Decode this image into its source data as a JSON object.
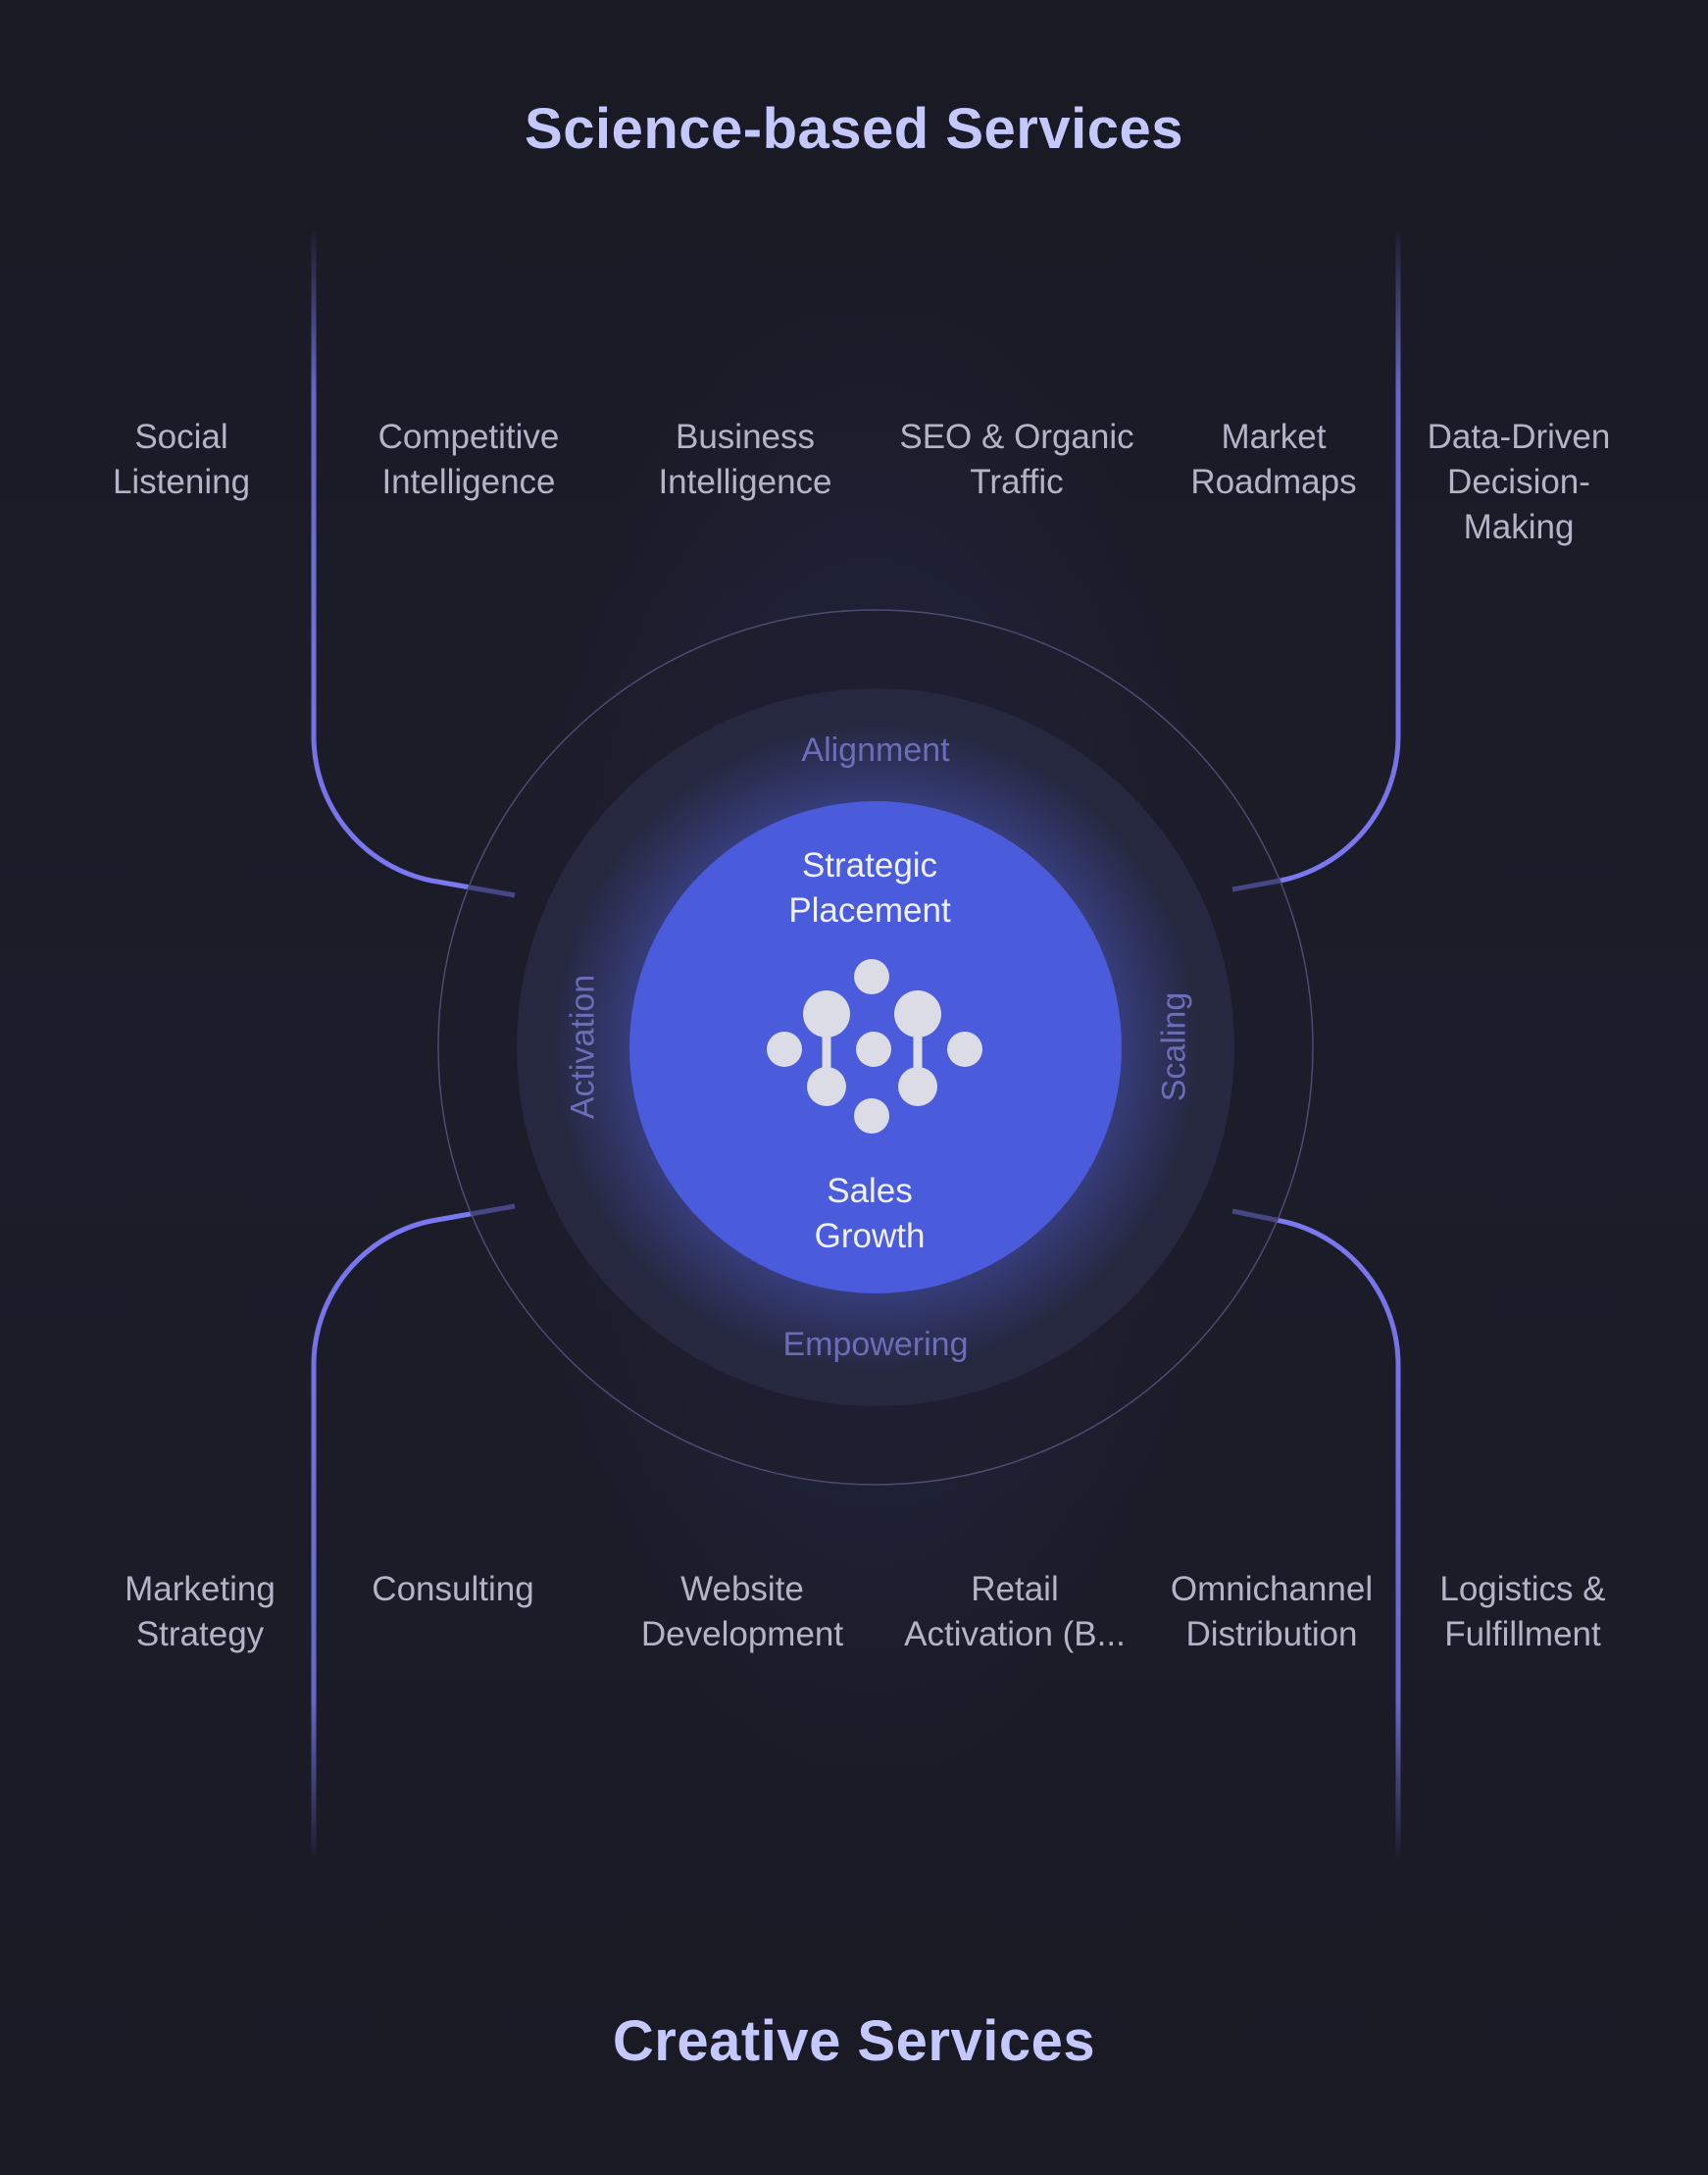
{
  "top_heading": "Science-based Services",
  "bottom_heading": "Creative Services",
  "science_services": [
    {
      "lines": [
        "Social",
        "Listening"
      ]
    },
    {
      "lines": [
        "Competitive",
        "Intelligence"
      ]
    },
    {
      "lines": [
        "Business",
        "Intelligence"
      ]
    },
    {
      "lines": [
        "SEO & Organic",
        "Traffic"
      ]
    },
    {
      "lines": [
        "Market",
        "Roadmaps"
      ]
    },
    {
      "lines": [
        "Data-Driven",
        "Decision-",
        "Making"
      ]
    }
  ],
  "creative_services": [
    {
      "lines": [
        "Marketing",
        "Strategy"
      ]
    },
    {
      "lines": [
        "Consulting"
      ]
    },
    {
      "lines": [
        "Website",
        "Development"
      ]
    },
    {
      "lines": [
        "Retail",
        "Activation (B..."
      ]
    },
    {
      "lines": [
        "Omnichannel",
        "Distribution"
      ]
    },
    {
      "lines": [
        "Logistics &",
        "Fulfillment"
      ]
    }
  ],
  "ring_labels": {
    "top": "Alignment",
    "bottom": "Empowering",
    "left": "Activation",
    "right": "Scaling"
  },
  "core": {
    "top_lines": [
      "Strategic",
      "Placement"
    ],
    "bottom_lines": [
      "Sales",
      "Growth"
    ],
    "logo_icon": "molecule-logo-icon"
  },
  "colors": {
    "background": "#191a24",
    "heading": "#c4c8ff",
    "connector": "#7b78f2",
    "core_fill": "#4a5bdc",
    "ring_fill": "#262840",
    "ring_label": "#6b6eb6"
  }
}
